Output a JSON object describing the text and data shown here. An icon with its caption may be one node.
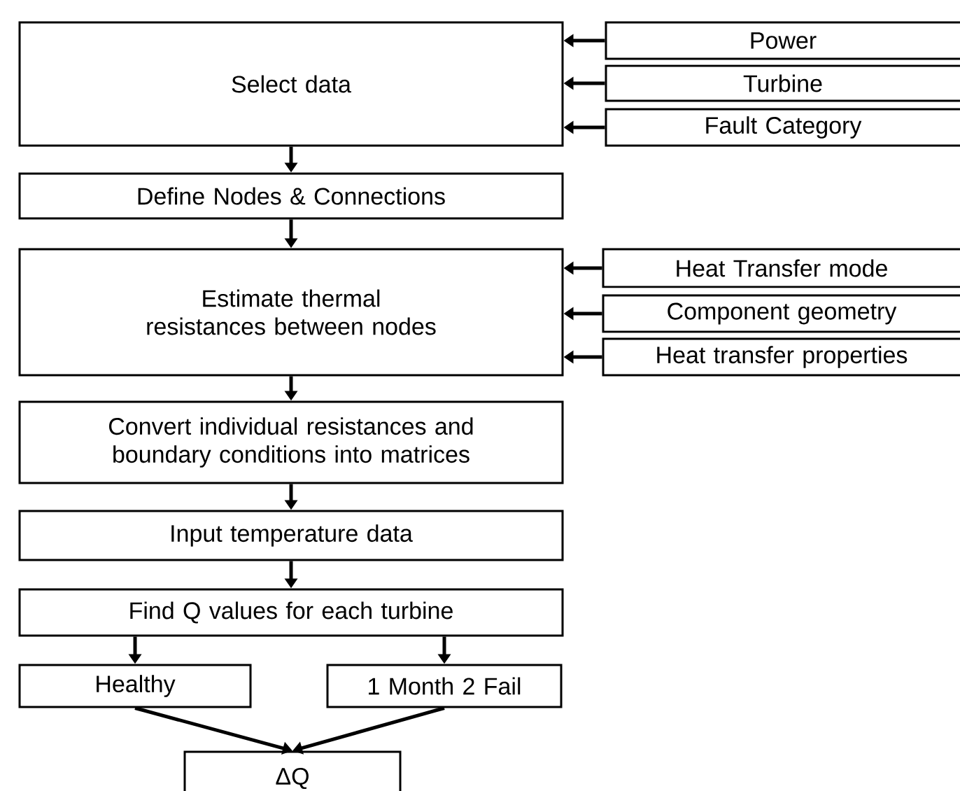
{
  "diagram": {
    "nodes": [
      {
        "text": [
          "Select data"
        ]
      },
      {
        "text": [
          "Power"
        ]
      },
      {
        "text": [
          "Turbine"
        ]
      },
      {
        "text": [
          "Fault Category"
        ]
      },
      {
        "text": [
          "Define Nodes & Connections"
        ]
      },
      {
        "text": [
          "Estimate thermal resistances between nodes"
        ]
      },
      {
        "text": [
          "Heat Transfer mode"
        ]
      },
      {
        "text": [
          "Component geometry"
        ]
      },
      {
        "text": [
          "Heat transfer properties"
        ]
      },
      {
        "text": [
          "Convert individual resistances and boundary conditions into matrices"
        ]
      },
      {
        "text": [
          "Input temperature data"
        ]
      },
      {
        "text": [
          "Find Q values for each turbine"
        ]
      },
      {
        "text": [
          "Healthy"
        ]
      },
      {
        "text": [
          "1 Month 2 Fail"
        ]
      },
      {
        "text": [
          "ΔQ"
        ]
      }
    ],
    "edges": [
      {
        "from": 1,
        "to": 0,
        "arrow": "to"
      },
      {
        "from": 2,
        "to": 0,
        "arrow": "to"
      },
      {
        "from": 3,
        "to": 0,
        "arrow": "to"
      },
      {
        "from": 0,
        "to": 4,
        "arrow": "to"
      },
      {
        "from": 4,
        "to": 5,
        "arrow": "to"
      },
      {
        "from": 6,
        "to": 5,
        "arrow": "to"
      },
      {
        "from": 7,
        "to": 5,
        "arrow": "to"
      },
      {
        "from": 8,
        "to": 5,
        "arrow": "to"
      },
      {
        "from": 5,
        "to": 9,
        "arrow": "to"
      },
      {
        "from": 9,
        "to": 10,
        "arrow": "to"
      },
      {
        "from": 10,
        "to": 11,
        "arrow": "to"
      },
      {
        "from": 11,
        "to": 12,
        "arrow": "to"
      },
      {
        "from": 11,
        "to": 13,
        "arrow": "to"
      },
      {
        "from": 12,
        "to": 14,
        "arrow": "to"
      },
      {
        "from": 13,
        "to": 14,
        "arrow": "to"
      }
    ]
  }
}
